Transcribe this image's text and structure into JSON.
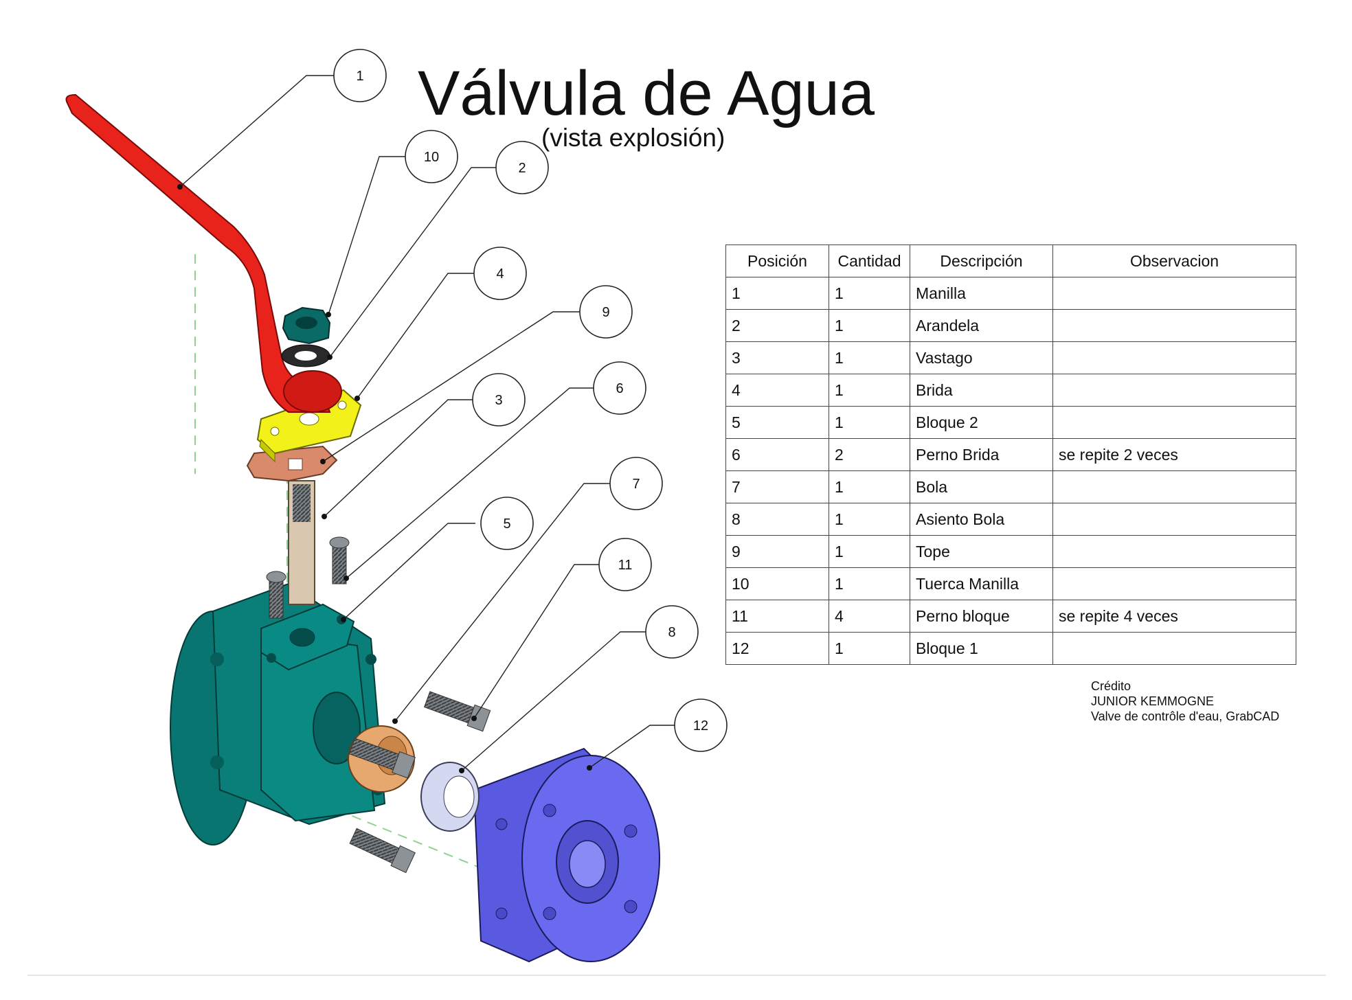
{
  "title": "Válvula de Agua",
  "subtitle": "(vista explosión)",
  "table": {
    "headers": [
      "Posición",
      "Cantidad",
      "Descripción",
      "Observacion"
    ],
    "rows": [
      [
        "1",
        "1",
        "Manilla",
        ""
      ],
      [
        "2",
        "1",
        "Arandela",
        ""
      ],
      [
        "3",
        "1",
        "Vastago",
        ""
      ],
      [
        "4",
        "1",
        "Brida",
        ""
      ],
      [
        "5",
        "1",
        "Bloque 2",
        ""
      ],
      [
        "6",
        "2",
        "Perno Brida",
        "se repite 2 veces"
      ],
      [
        "7",
        "1",
        "Bola",
        ""
      ],
      [
        "8",
        "1",
        "Asiento Bola",
        ""
      ],
      [
        "9",
        "1",
        "Tope",
        ""
      ],
      [
        "10",
        "1",
        "Tuerca Manilla",
        ""
      ],
      [
        "11",
        "4",
        "Perno bloque",
        "se repite 4 veces"
      ],
      [
        "12",
        "1",
        "Bloque 1",
        ""
      ]
    ]
  },
  "callouts": [
    "1",
    "10",
    "2",
    "4",
    "9",
    "3",
    "6",
    "5",
    "7",
    "11",
    "8",
    "12"
  ],
  "credit": {
    "line1": "Crédito",
    "line2": "JUNIOR KEMMOGNE",
    "line3": "Valve de contrôle d'eau, GrabCAD"
  },
  "colors": {
    "handle": "#e8231c",
    "body": "#0a7a78",
    "flange_yellow": "#f2f21a",
    "stop_copper": "#d98a6a",
    "ball": "#e6a86f",
    "seat": "#d4d8f0",
    "block_blue": "#6a6af0",
    "bolt": "#6f7478"
  }
}
